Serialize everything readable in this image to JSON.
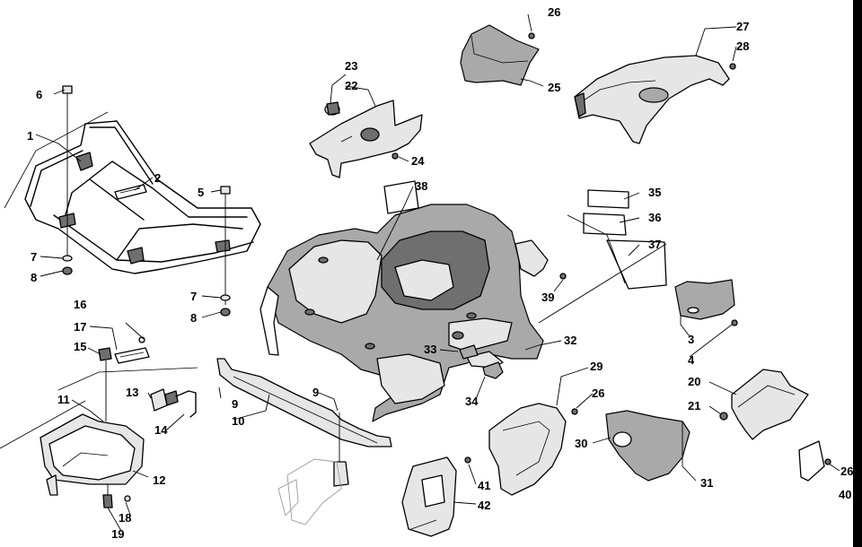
{
  "callouts": [
    {
      "id": "c1",
      "text": "1"
    },
    {
      "id": "c2",
      "text": "2"
    },
    {
      "id": "c3",
      "text": "3"
    },
    {
      "id": "c4",
      "text": "4"
    },
    {
      "id": "c5",
      "text": "5"
    },
    {
      "id": "c6",
      "text": "6"
    },
    {
      "id": "c7a",
      "text": "7"
    },
    {
      "id": "c7b",
      "text": "7"
    },
    {
      "id": "c8a",
      "text": "8"
    },
    {
      "id": "c8b",
      "text": "8"
    },
    {
      "id": "c9a",
      "text": "9"
    },
    {
      "id": "c9b",
      "text": "9"
    },
    {
      "id": "c10",
      "text": "10"
    },
    {
      "id": "c11",
      "text": "11"
    },
    {
      "id": "c12",
      "text": "12"
    },
    {
      "id": "c13",
      "text": "13"
    },
    {
      "id": "c14",
      "text": "14"
    },
    {
      "id": "c15",
      "text": "15"
    },
    {
      "id": "c16",
      "text": "16"
    },
    {
      "id": "c17",
      "text": "17"
    },
    {
      "id": "c18",
      "text": "18"
    },
    {
      "id": "c19",
      "text": "19"
    },
    {
      "id": "c20",
      "text": "20"
    },
    {
      "id": "c21",
      "text": "21"
    },
    {
      "id": "c22",
      "text": "22"
    },
    {
      "id": "c23",
      "text": "23"
    },
    {
      "id": "c24",
      "text": "24"
    },
    {
      "id": "c25",
      "text": "25"
    },
    {
      "id": "c26a",
      "text": "26"
    },
    {
      "id": "c26b",
      "text": "26"
    },
    {
      "id": "c26c",
      "text": "26"
    },
    {
      "id": "c27",
      "text": "27"
    },
    {
      "id": "c28",
      "text": "28"
    },
    {
      "id": "c29",
      "text": "29"
    },
    {
      "id": "c30",
      "text": "30"
    },
    {
      "id": "c31",
      "text": "31"
    },
    {
      "id": "c32",
      "text": "32"
    },
    {
      "id": "c33",
      "text": "33"
    },
    {
      "id": "c34",
      "text": "34"
    },
    {
      "id": "c35",
      "text": "35"
    },
    {
      "id": "c36",
      "text": "36"
    },
    {
      "id": "c37",
      "text": "37"
    },
    {
      "id": "c38",
      "text": "38"
    },
    {
      "id": "c39",
      "text": "39"
    },
    {
      "id": "c40",
      "text": "40"
    },
    {
      "id": "c41",
      "text": "41"
    },
    {
      "id": "c42",
      "text": "42"
    }
  ]
}
